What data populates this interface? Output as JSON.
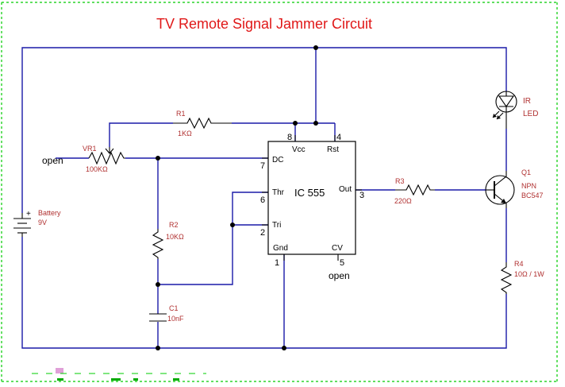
{
  "title": "TV Remote Signal Jammer Circuit",
  "colors": {
    "wire": "#1a1aa8",
    "label": "#b03030",
    "title": "#e01818",
    "border": "#00cc00"
  },
  "components": {
    "battery": {
      "ref": "Battery",
      "value": "9V",
      "plus": "+"
    },
    "vr1": {
      "ref": "VR1",
      "value": "100KΩ",
      "open_note": "open"
    },
    "r1": {
      "ref": "R1",
      "value": "1KΩ"
    },
    "r2": {
      "ref": "R2",
      "value": "10KΩ"
    },
    "c1": {
      "ref": "C1",
      "value": "10nF"
    },
    "r3": {
      "ref": "R3",
      "value": "220Ω"
    },
    "q1": {
      "ref": "Q1",
      "type": "NPN",
      "part": "BC547"
    },
    "r4": {
      "ref": "R4",
      "value": "10Ω / 1W"
    },
    "led": {
      "line1": "IR",
      "line2": "LED"
    },
    "ic": {
      "name": "IC 555",
      "pins": {
        "vcc": "Vcc",
        "rst": "Rst",
        "dc": "DC",
        "thr": "Thr",
        "tri": "Tri",
        "gnd": "Gnd",
        "cv": "CV",
        "out": "Out"
      },
      "pin_numbers": {
        "p1": "1",
        "p2": "2",
        "p3": "3",
        "p4": "4",
        "p5": "5",
        "p6": "6",
        "p7": "7",
        "p8": "8"
      },
      "cv_note": "open"
    }
  }
}
